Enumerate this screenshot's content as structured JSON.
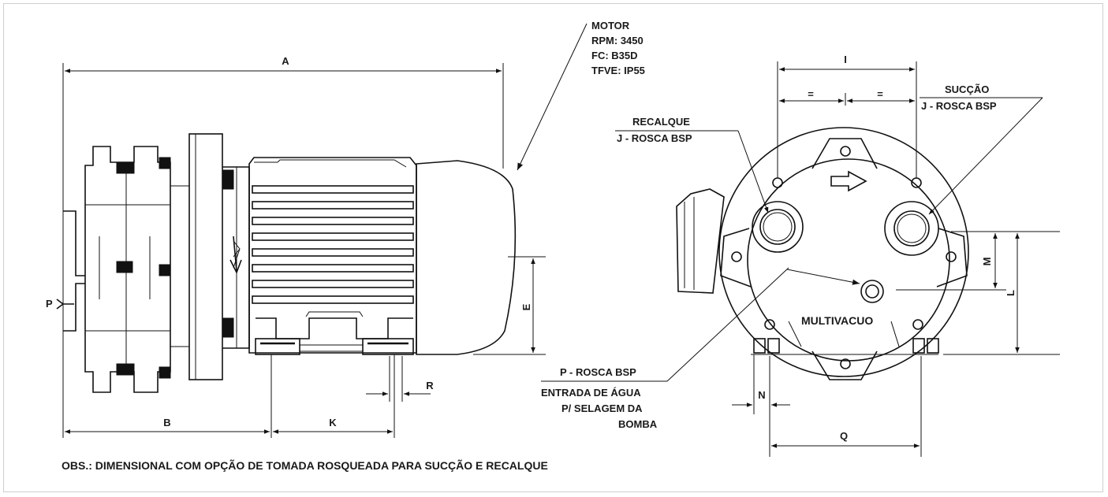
{
  "motor": {
    "title": "MOTOR",
    "rpm": "RPM: 3450",
    "fc": "FC: B35D",
    "tfve": "TFVE: IP55"
  },
  "dimensions": {
    "A": "A",
    "B": "B",
    "K": "K",
    "R": "R",
    "E": "E",
    "P": "P",
    "I": "I",
    "eq1": "=",
    "eq2": "=",
    "M": "M",
    "L": "L",
    "N": "N",
    "Q": "Q"
  },
  "labels": {
    "succao_1": "SUCÇÃO",
    "succao_2": "J  -  ROSCA BSP",
    "recalque_1": "RECALQUE",
    "recalque_2": "J  -  ROSCA BSP",
    "multivacuo": "MULTIVACUO",
    "p_rosca": "P  -  ROSCA BSP",
    "entrada_1": "ENTRADA DE ÁGUA",
    "entrada_2": "P/ SELAGEM DA",
    "entrada_3": "BOMBA"
  },
  "note": "OBS.: DIMENSIONAL COM OPÇÃO DE TOMADA ROSQUEADA PARA SUCÇÃO E RECALQUE"
}
